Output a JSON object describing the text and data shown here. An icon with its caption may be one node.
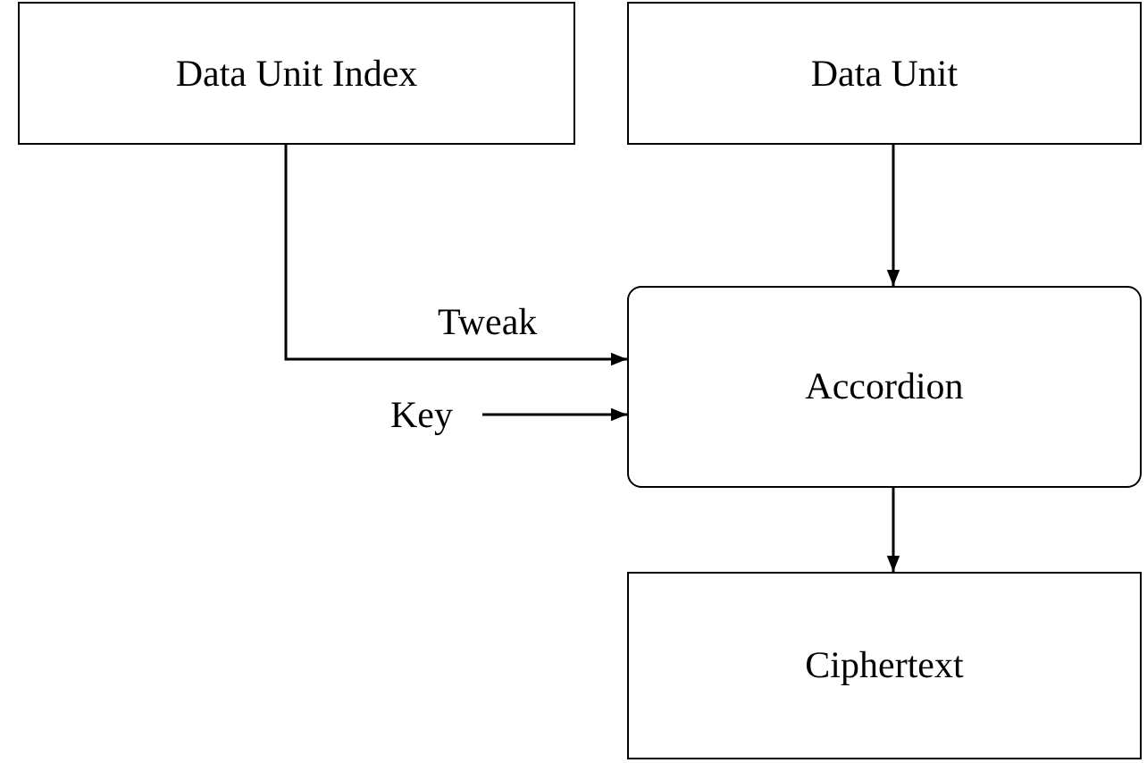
{
  "diagram": {
    "nodes": [
      {
        "text": [
          "Data Unit Index"
        ]
      },
      {
        "text": [
          "Data Unit"
        ]
      },
      {
        "text": [
          "Key"
        ]
      },
      {
        "text": [
          "Accordion"
        ]
      },
      {
        "text": [
          "Ciphertext"
        ]
      }
    ],
    "edges": [
      {
        "from": 0,
        "to": 3,
        "arrow": "to",
        "label": "Tweak"
      },
      {
        "from": 2,
        "to": 3,
        "arrow": "to"
      },
      {
        "from": 1,
        "to": 3,
        "arrow": "to"
      },
      {
        "from": 3,
        "to": 4,
        "arrow": "to"
      }
    ]
  }
}
